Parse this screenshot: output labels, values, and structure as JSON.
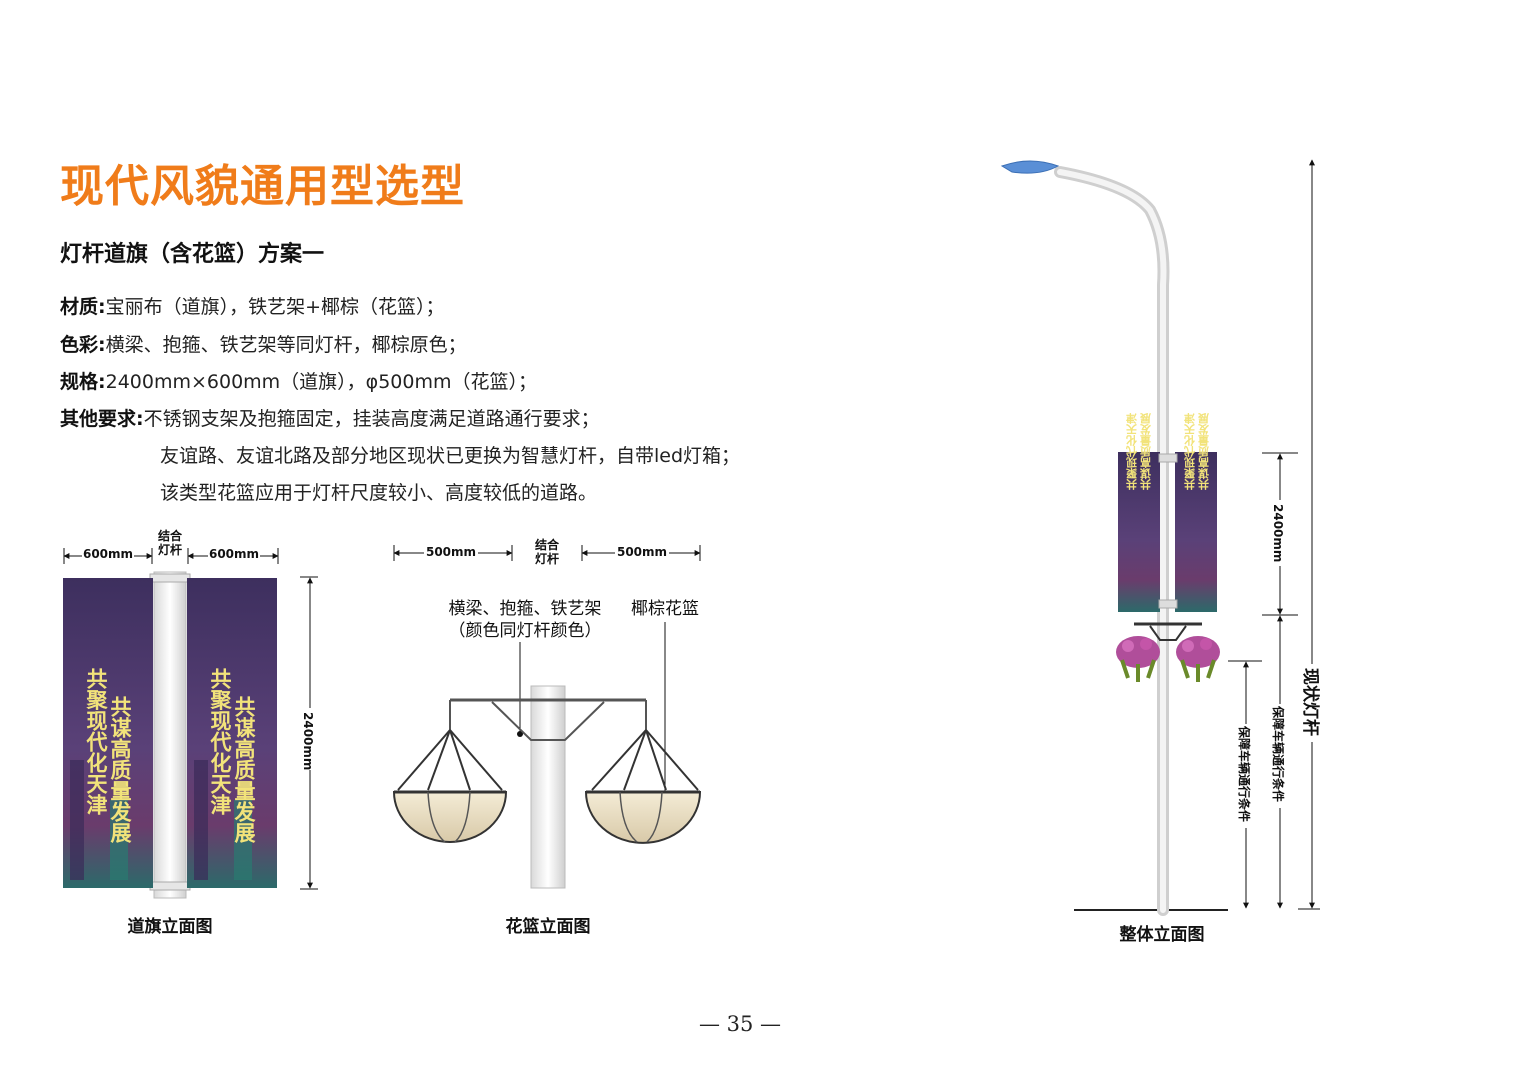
{
  "title": "现代风貌通用型选型",
  "subtitle": "灯杆道旗（含花篮）方案一",
  "specs": {
    "material_label": "材质:",
    "material_value": "宝丽布（道旗），铁艺架+椰棕（花篮）；",
    "color_label": "色彩:",
    "color_value": "横梁、抱箍、铁艺架等同灯杆，椰棕原色；",
    "size_label": "规格:",
    "size_value": "2400mm×600mm（道旗），φ500mm（花篮）；",
    "other_label": "其他要求:",
    "other_lines": [
      "不锈钢支架及抱箍固定，挂装高度满足道路通行要求；",
      "友谊路、友谊北路及部分地区现状已更换为智慧灯杆，自带led灯箱；",
      "该类型花篮应用于灯杆尺度较小、高度较低的道路。"
    ]
  },
  "flag_diagram": {
    "width_left": "600mm",
    "width_right": "600mm",
    "pole_label_1": "结合",
    "pole_label_2": "灯杆",
    "height": "2400mm",
    "banner_line_1": "共聚现代化天津",
    "banner_line_2": "共谋高质量发展",
    "caption": "道旗立面图"
  },
  "basket_diagram": {
    "width_left": "500mm",
    "width_right": "500mm",
    "pole_label_1": "结合",
    "pole_label_2": "灯杆",
    "label_frame_1": "横梁、抱箍、铁艺架",
    "label_frame_2": "（颜色同灯杆颜色）",
    "label_basket": "椰棕花篮",
    "caption": "花篮立面图"
  },
  "overall_diagram": {
    "banner_height": "2400mm",
    "clearance_1": "保障车辆通行条件",
    "clearance_2": "保障车辆通行条件",
    "existing_pole": "现状灯杆",
    "banner_small_1": "共聚现代化天津",
    "banner_small_2": "共谋高质量发展",
    "caption": "整体立面图"
  },
  "page_number": "— 35 —",
  "colors": {
    "title": "#f07c1a",
    "banner_bg": "#4a3a6e",
    "banner_text": "#f2e37a",
    "lamp_head": "#5a8fd6"
  }
}
